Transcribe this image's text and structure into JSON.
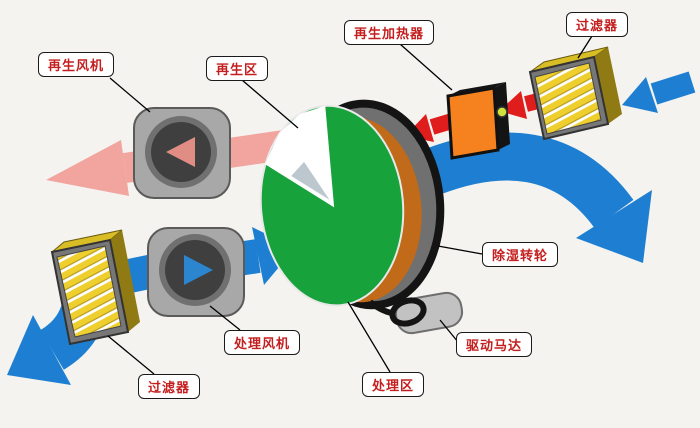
{
  "diagram": {
    "labels": {
      "regen_fan": "再生风机",
      "regen_zone": "再生区",
      "regen_heater": "再生加热器",
      "filter_top": "过滤器",
      "dehumidifier_wheel": "除湿转轮",
      "drive_motor": "驱动马达",
      "process_zone": "处理区",
      "process_fan": "处理风机",
      "filter_bottom": "过滤器"
    },
    "colors": {
      "background": "#f4f3ef",
      "process_air_blue": "#1e7fd2",
      "regen_exhaust_pink": "#f2a49e",
      "hot_air_red": "#e01d1d",
      "wheel_green": "#17a23b",
      "heater_orange": "#f5821e",
      "filter_yellow": "#eecf2e",
      "label_text_red": "#c41e1e"
    }
  }
}
